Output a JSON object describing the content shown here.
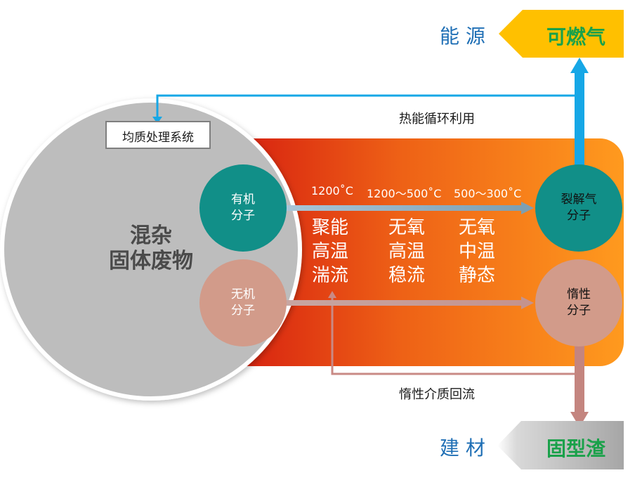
{
  "waste": {
    "line1": "混杂",
    "line2": "固体废物"
  },
  "system_box": "均质处理系统",
  "organic": {
    "line1": "有机",
    "line2": "分子"
  },
  "inorganic": {
    "line1": "无机",
    "line2": "分子"
  },
  "pyrolysis_gas": {
    "line1": "裂解气",
    "line2": "分子"
  },
  "inert": {
    "line1": "惰性",
    "line2": "分子"
  },
  "temperatures": [
    "1200˚C",
    "1200～500˚C",
    "500～300˚C"
  ],
  "stages": [
    {
      "l1": "聚能",
      "l2": "高温",
      "l3": "湍流"
    },
    {
      "l1": "无氧",
      "l2": "高温",
      "l3": "稳流"
    },
    {
      "l1": "无氧",
      "l2": "中温",
      "l3": "静态"
    }
  ],
  "heat_loop": "热能循环利用",
  "inert_loop": "惰性介质回流",
  "energy": "能 源",
  "combustible_gas": "可燃气",
  "building_material": "建 材",
  "solid_slag": "固型渣",
  "colors": {
    "gas_green": "#1aa14a",
    "label_blue": "#1f6fb5",
    "teal": "#118f88",
    "pink": "#d29b8a",
    "gray": "#bdbdbd",
    "arrow_blue": "#16a7e6",
    "arrow_pink": "#c98a85",
    "yellow": "#ffc000"
  }
}
